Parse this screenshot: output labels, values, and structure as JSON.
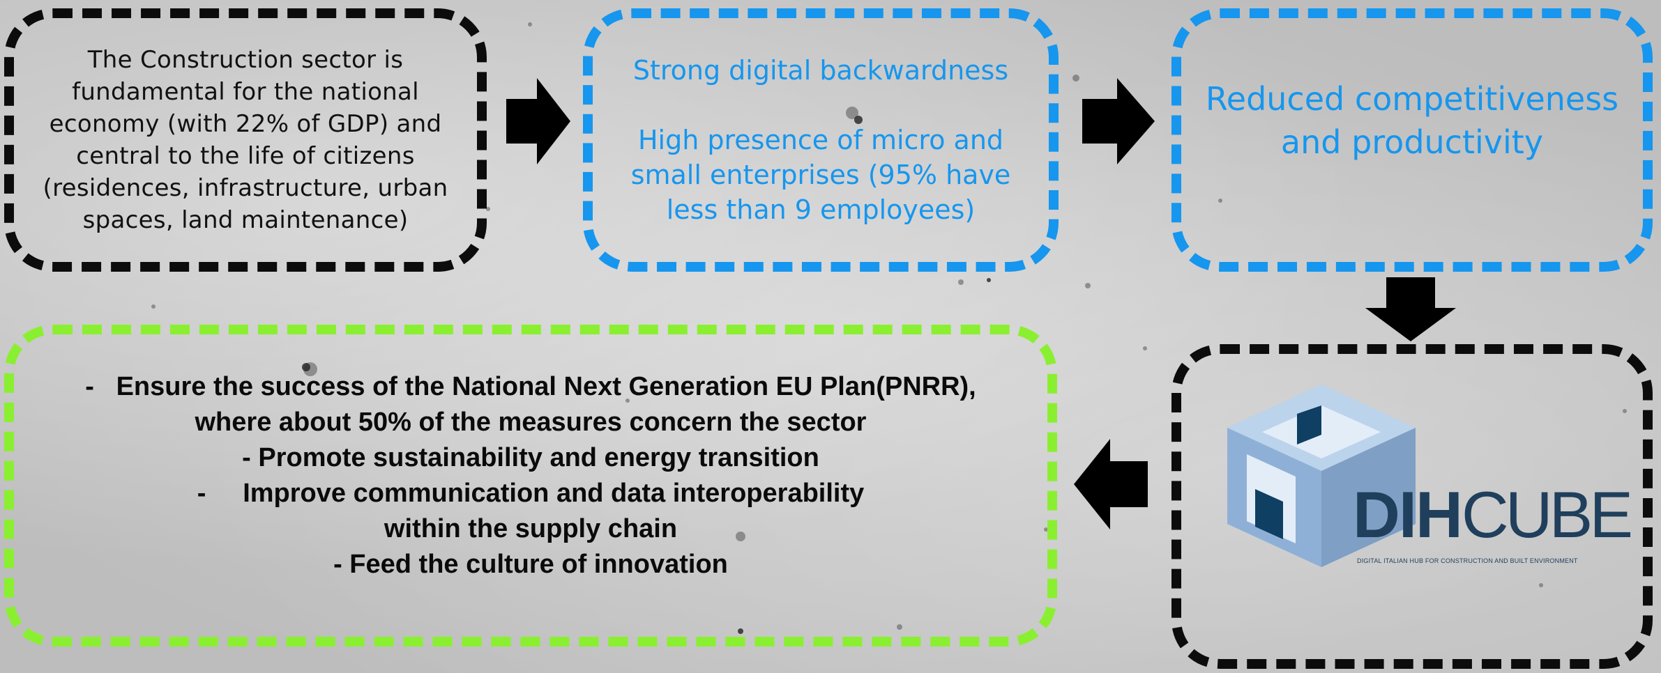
{
  "boxes": {
    "context": {
      "text": "The Construction sector is fundamental for the national economy (with 22% of GDP) and central to the life of citizens (residences, infrastructure, urban spaces, land maintenance)"
    },
    "problems": {
      "line1": "Strong digital backwardness",
      "line2": "High presence of micro and small enterprises (95% have less than 9 employees)"
    },
    "consequence": {
      "text": "Reduced competitiveness and productivity"
    },
    "goals": {
      "lines": [
        "-   Ensure the success of the National Next Generation EU Plan(PNRR),",
        "where about 50% of the measures concern the sector",
        "- Promote sustainability and energy transition",
        "-     Improve communication and data interoperability",
        "within the supply chain",
        "- Feed the culture of innovation"
      ]
    }
  },
  "logo": {
    "bold_text": "DIH",
    "thin_text": "CUBE",
    "tagline": "DIGITAL ITALIAN HUB FOR CONSTRUCTION AND BUILT ENVIRONMENT"
  },
  "colors": {
    "black_border": "#0c0c0c",
    "blue": "#1696ee",
    "green": "#8aef31",
    "cube_light": "#9fbfe0",
    "cube_mid": "#7f9fc4",
    "cube_dark": "#0f3f63"
  },
  "icons": [
    "arrow-right-icon",
    "arrow-right-icon",
    "arrow-down-icon",
    "arrow-left-icon",
    "cube-logo-icon"
  ]
}
